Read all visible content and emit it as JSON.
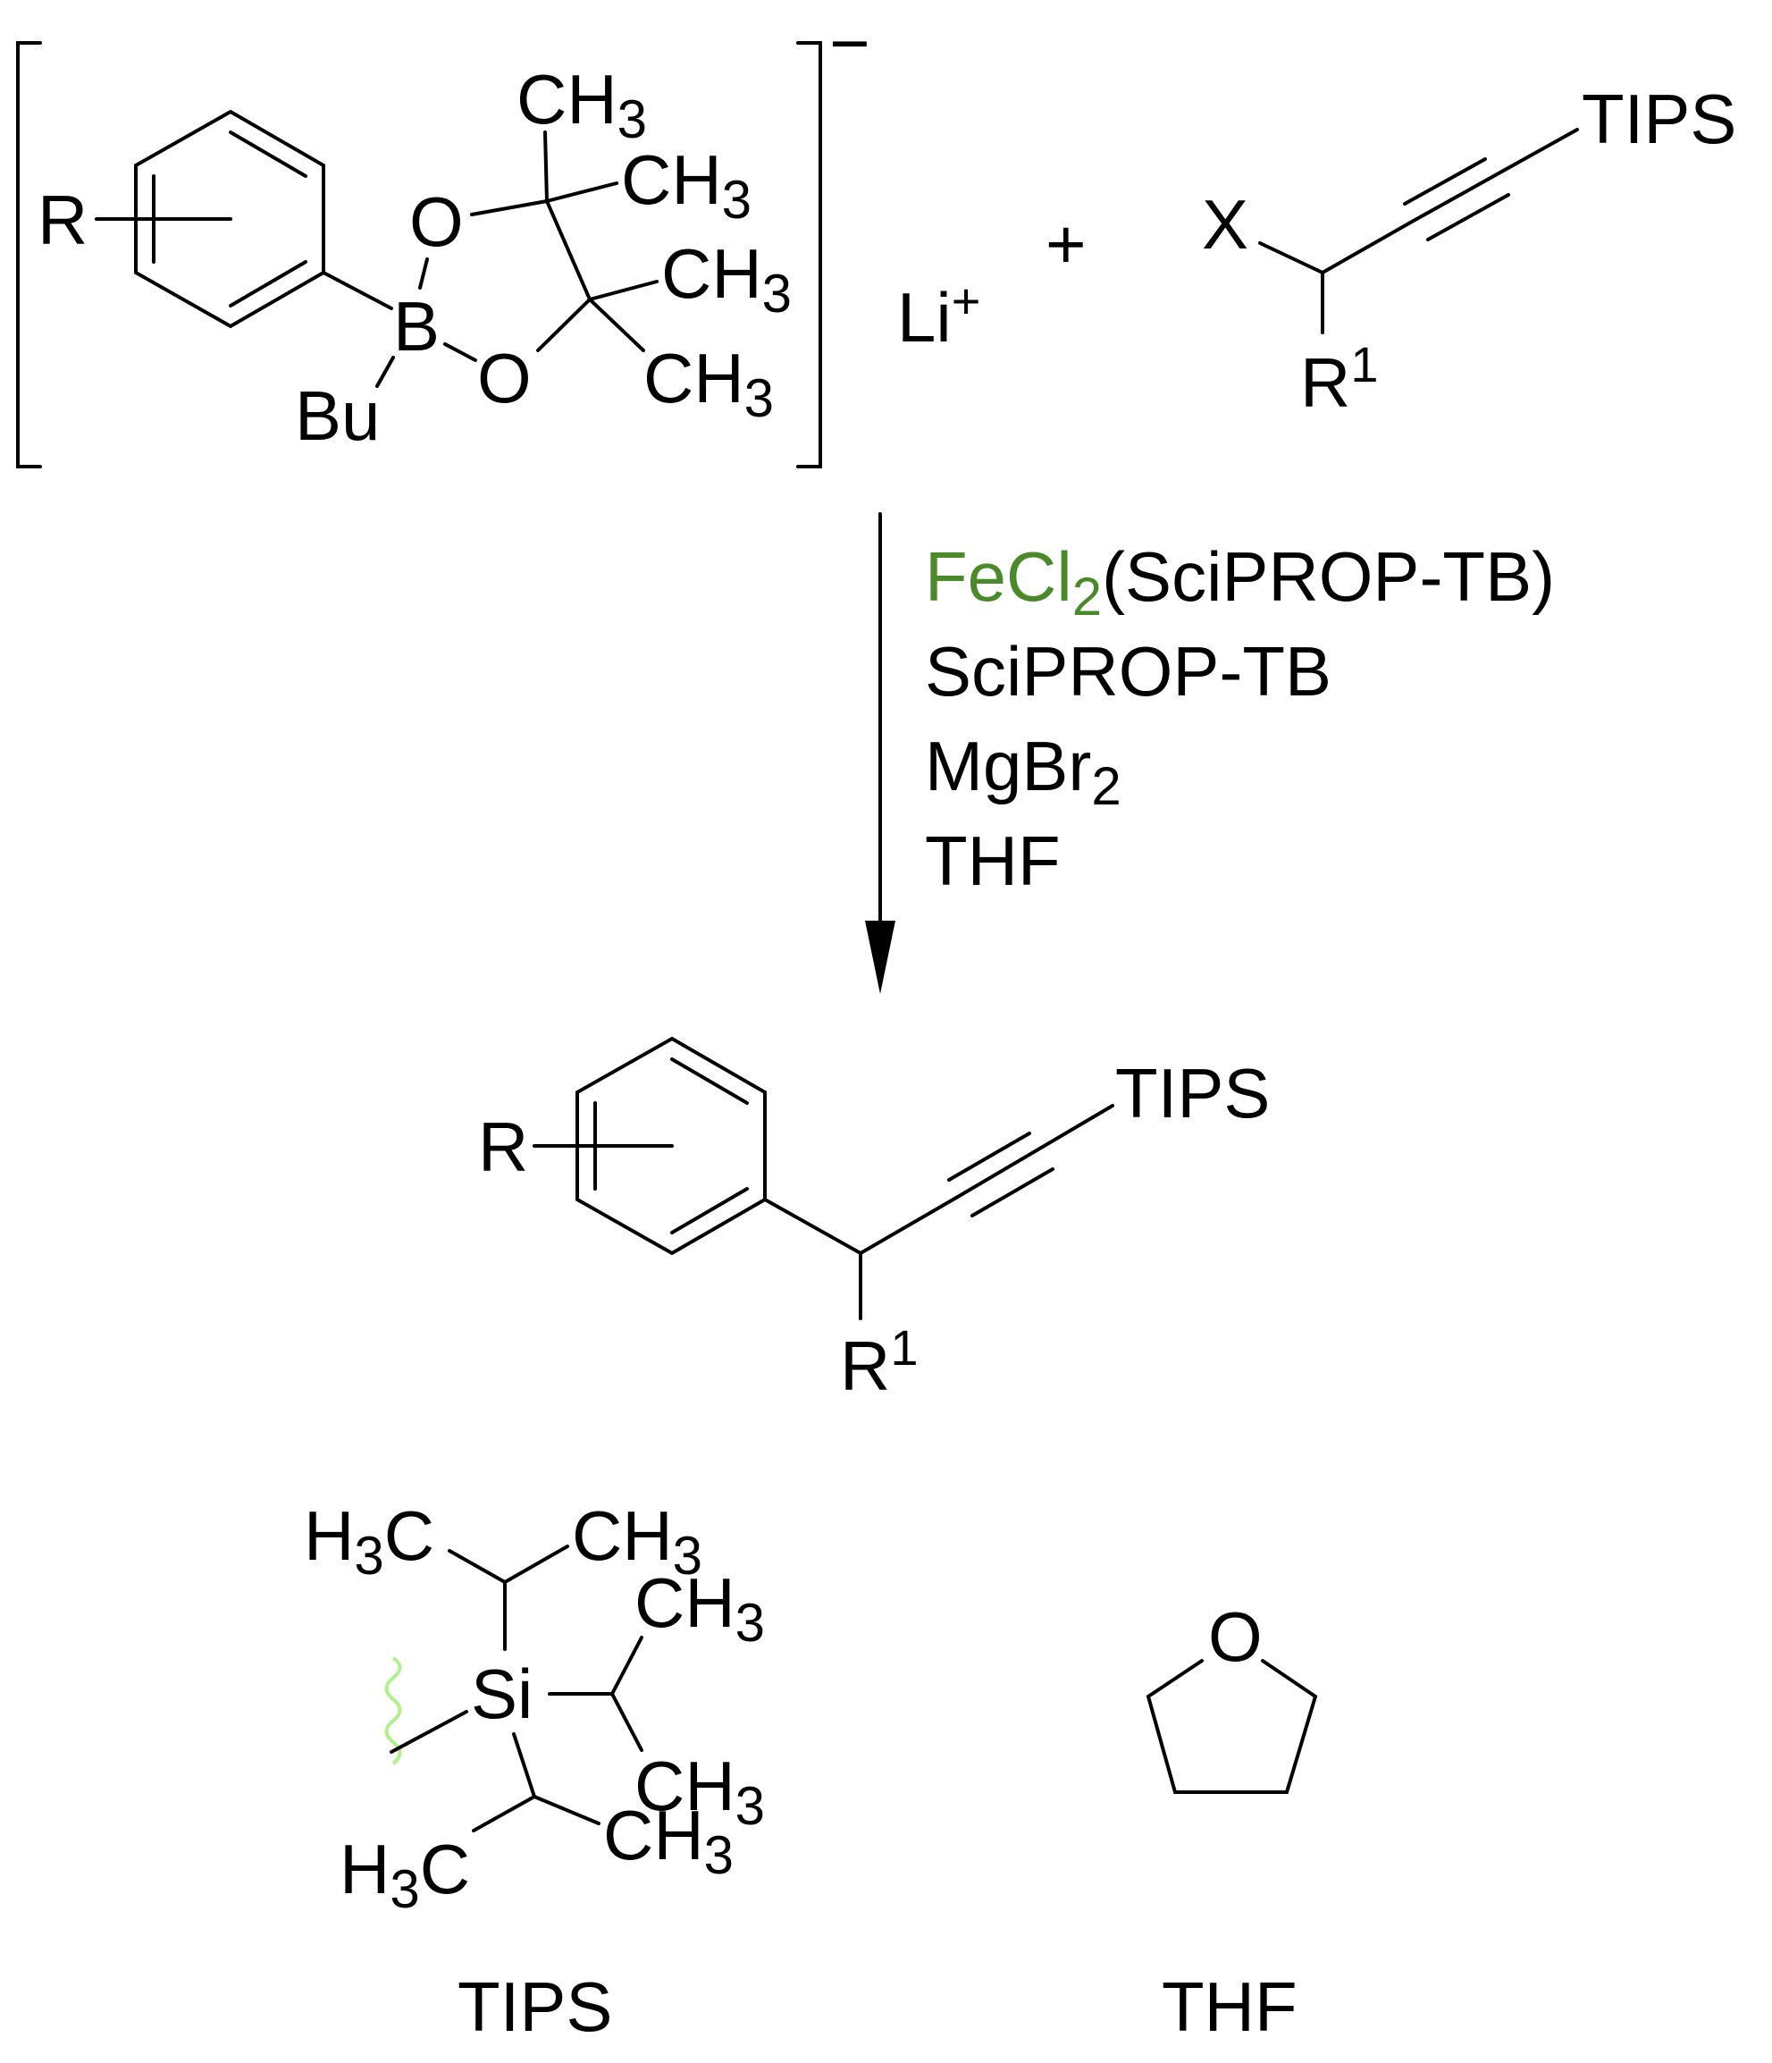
{
  "colors": {
    "boron": "#e040e0",
    "oxygen": "#e02000",
    "lithium": "#4a8a2a",
    "iron": "#4a8a2a",
    "silicon": "#3e7a22",
    "wavy": "#aef08a",
    "bond": "#000000"
  },
  "reactant_boronate": {
    "ring_substituent": "R",
    "oxygen_top": "O",
    "oxygen_bottom": "O",
    "boron": "B",
    "butyl": "Bu",
    "methyl_label": "CH",
    "methyl_subscript": "3",
    "charge": "−"
  },
  "counterion": {
    "element": "Li",
    "charge": "+"
  },
  "plus_sign": "+",
  "reactant_propargyl": {
    "leaving_group": "X",
    "protecting_group": "TIPS",
    "substituent": "R",
    "substituent_superscript": "1"
  },
  "conditions": {
    "catalyst_metal": "FeCl",
    "catalyst_subscript": "2",
    "catalyst_ligand": "(SciPROP-TB)",
    "ligand": "SciPROP-TB",
    "additive": "MgBr",
    "additive_subscript": "2",
    "solvent": "THF"
  },
  "product": {
    "ring_substituent": "R",
    "protecting_group": "TIPS",
    "substituent": "R",
    "substituent_superscript": "1"
  },
  "tips_structure": {
    "silicon": "Si",
    "methyl_right": "CH",
    "methyl_left": "H",
    "methyl_left_carbon": "C",
    "methyl_subscript": "3",
    "caption": "TIPS"
  },
  "thf_structure": {
    "oxygen": "O",
    "caption": "THF"
  }
}
